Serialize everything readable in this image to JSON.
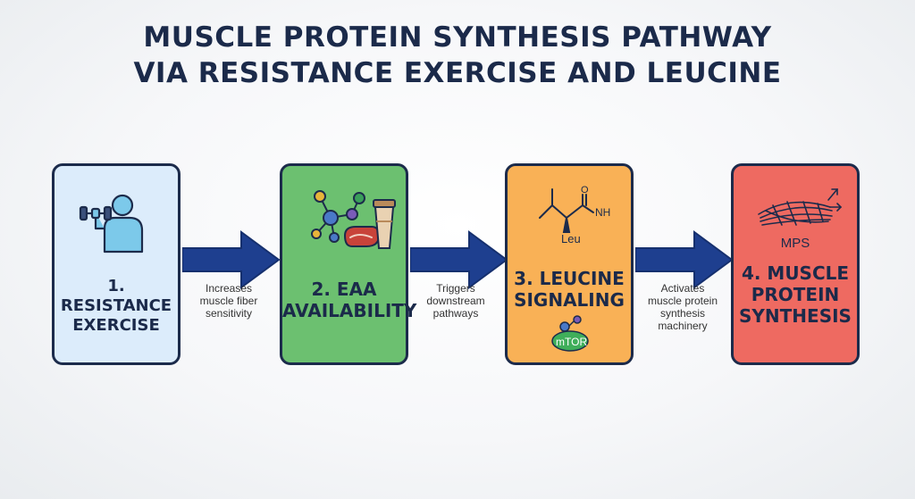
{
  "title": {
    "line1": "MUSCLE PROTEIN SYNTHESIS PATHWAY",
    "line2": "VIA RESISTANCE EXERCISE AND LEUCINE"
  },
  "steps": [
    {
      "label_line1": "1. RESISTANCE",
      "label_line2": "EXERCISE",
      "icon": "person-dumbbell-icon",
      "color": "#dcecfb"
    },
    {
      "label_line1": "2. EAA",
      "label_line2": "AVAILABILITY",
      "icon": "molecule-steak-shake-icon",
      "color": "#6cc070"
    },
    {
      "label_line1": "3. LEUCINE",
      "label_line2": "SIGNALING",
      "icon_text_top": "Leu",
      "icon_text_bottom": "mTOR",
      "icon": "leucine-structure-icon",
      "color": "#f9b156"
    },
    {
      "label_line1": "4. MUSCLE",
      "label_line2": "PROTEIN",
      "label_line3": "SYNTHESIS",
      "icon_text": "MPS",
      "icon": "muscle-fiber-icon",
      "color": "#ee6a61"
    }
  ],
  "connectors": [
    {
      "line1": "Increases",
      "line2": "muscle fiber",
      "line3": "sensitivity"
    },
    {
      "line1": "Triggers",
      "line2": "downstream",
      "line3": "pathways"
    },
    {
      "line1": "Activates",
      "line2": "muscle protein",
      "line3": "synthesis",
      "line4": "machinery"
    }
  ],
  "colors": {
    "arrow": "#1e3f8f",
    "outline": "#1c2b4b",
    "title": "#1b2a4a"
  }
}
